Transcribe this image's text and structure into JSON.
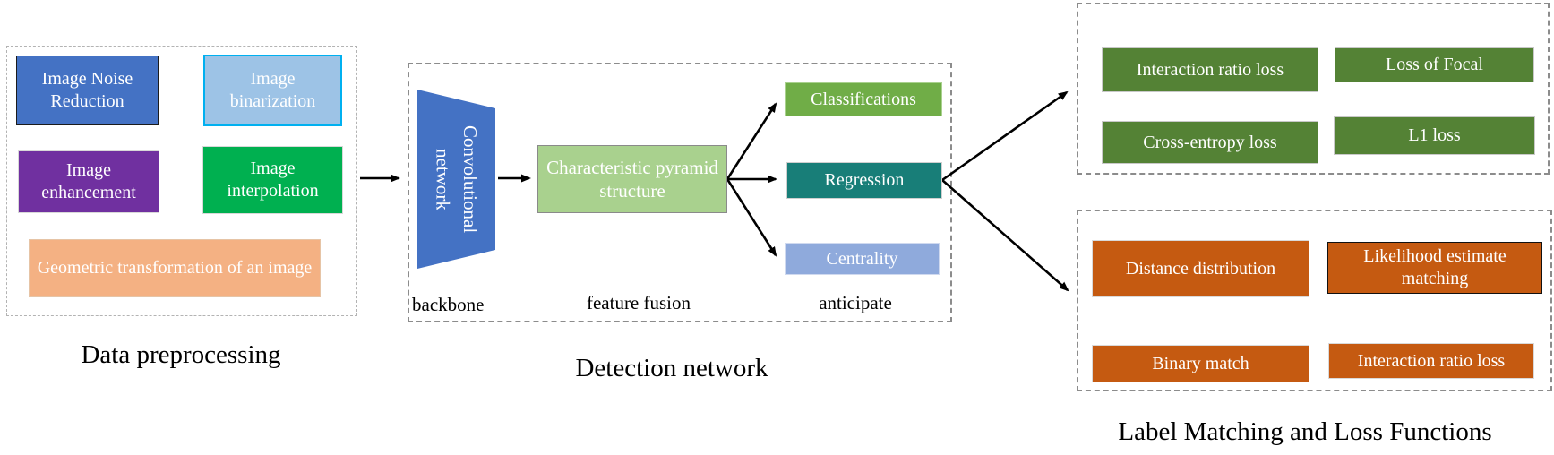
{
  "preprocessing": {
    "caption": "Data preprocessing",
    "boxes": [
      {
        "label": "Image Noise Reduction",
        "color": "#4472C4"
      },
      {
        "label": "Image binarization",
        "color": "#9DC3E6"
      },
      {
        "label": "Image enhancement",
        "color": "#7030A0"
      },
      {
        "label": "Image interpolation",
        "color": "#00B050"
      },
      {
        "label": "Geometric transformation of an image",
        "color": "#F4B183"
      }
    ]
  },
  "detection": {
    "caption": "Detection network",
    "backbone": {
      "shape_label": "Convolutional network",
      "stage_label": "backbone",
      "color": "#4472C4"
    },
    "fusion": {
      "box_label": "Characteristic pyramid structure",
      "stage_label": "feature fusion",
      "color": "#A9D18E"
    },
    "anticipate": {
      "stage_label": "anticipate",
      "outputs": [
        {
          "label": "Classifications",
          "color": "#70AD47"
        },
        {
          "label": "Regression",
          "color": "#187E78"
        },
        {
          "label": "Centrality",
          "color": "#8FAADC"
        }
      ]
    }
  },
  "loss_functions": {
    "caption": "Label Matching and Loss Functions",
    "top_group": {
      "color": "#548235",
      "boxes": [
        {
          "label": "Interaction ratio loss"
        },
        {
          "label": "Loss of Focal"
        },
        {
          "label": "Cross-entropy loss"
        },
        {
          "label": "L1 loss"
        }
      ]
    },
    "bottom_group": {
      "color": "#C55A11",
      "boxes": [
        {
          "label": "Distance distribution"
        },
        {
          "label": "Likelihood estimate matching"
        },
        {
          "label": "Binary match"
        },
        {
          "label": "Interaction ratio loss"
        }
      ]
    }
  },
  "colors": {
    "arrow": "#000000",
    "dashed_border": "#8c8c8c",
    "pre_border": "#b3b3b3",
    "text_on_boxes": "#ffffff",
    "caption_text": "#000000"
  }
}
